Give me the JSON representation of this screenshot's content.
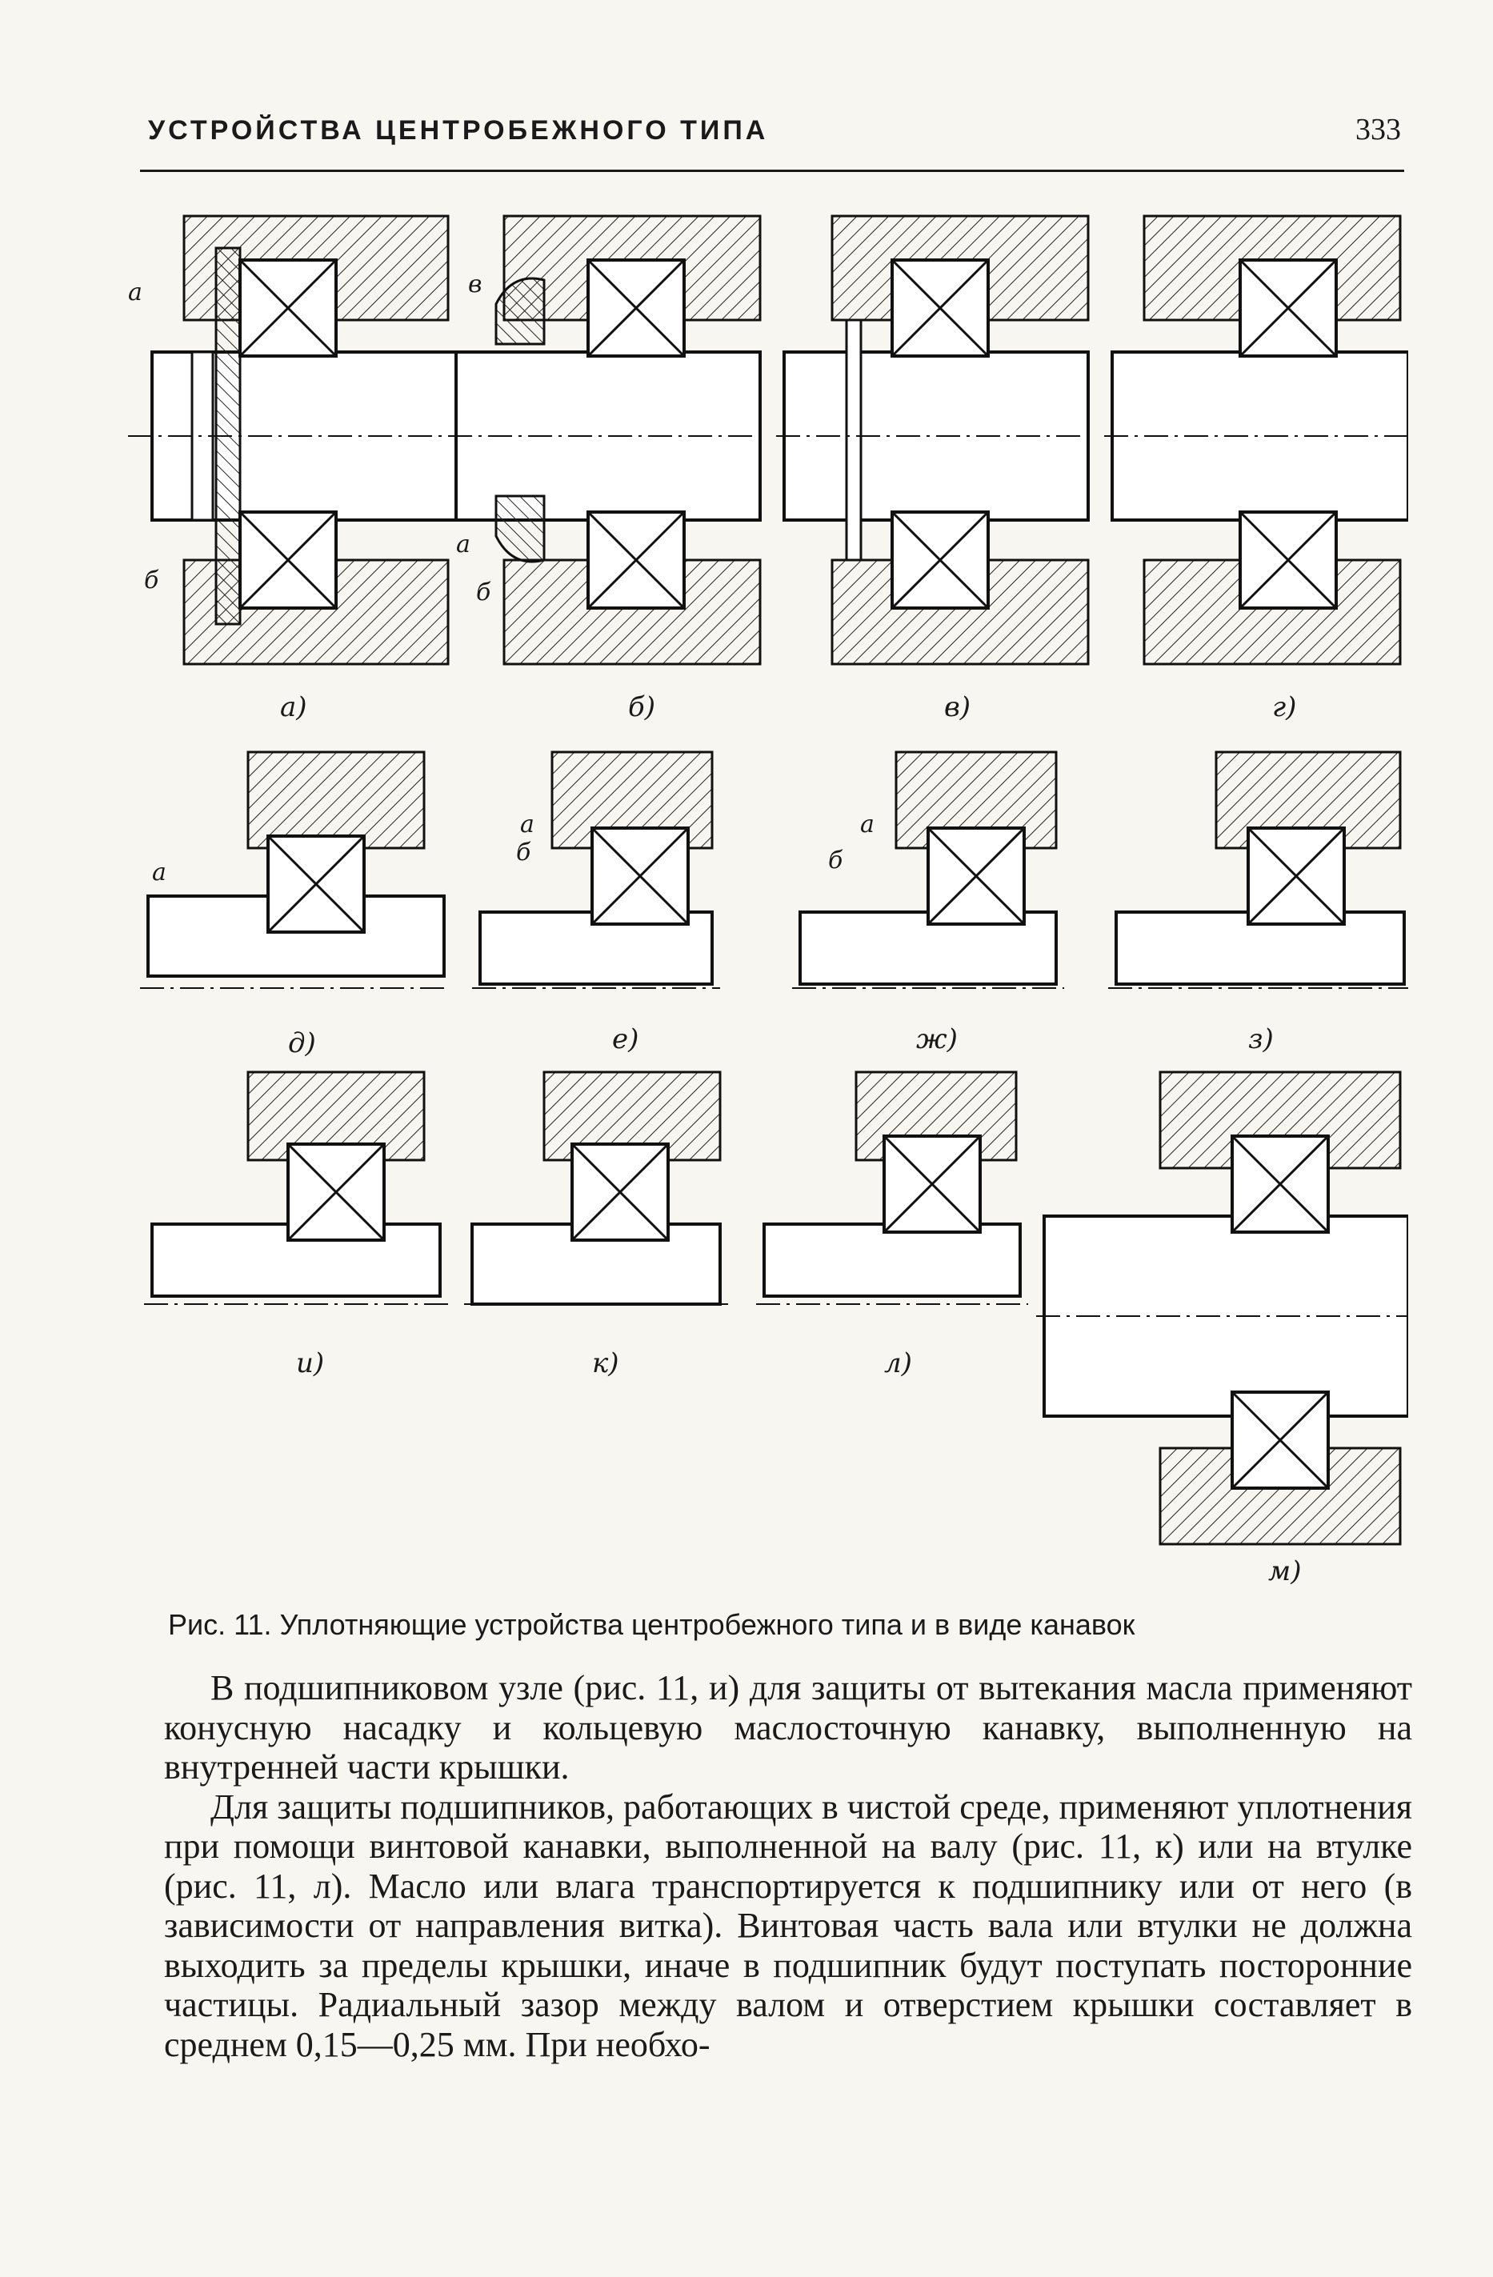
{
  "header": {
    "title": "УСТРОЙСТВА ЦЕНТРОБЕЖНОГО ТИПА",
    "page_number": "333"
  },
  "figure": {
    "panel_labels": [
      "а)",
      "б)",
      "в)",
      "г)",
      "д)",
      "е)",
      "ж)",
      "з)",
      "и)",
      "к)",
      "л)",
      "м)"
    ],
    "part_labels": {
      "a_top": "а",
      "a_bottom": "б",
      "b_top": "в",
      "b_mid": "а",
      "b_bottom": "б",
      "d_label": "а",
      "e_top": "а",
      "e_bottom": "б",
      "zh_top": "а",
      "zh_bottom": "б"
    }
  },
  "caption": "Рис. 11. Уплотняющие устройства центробежного типа и в виде канавок",
  "body": {
    "p1": "В подшипниковом узле (рис. 11, и) для защиты от вытекания масла применяют конусную насадку и кольцевую маслосточную канавку, выполненную на внутренней части крышки.",
    "p2": "Для защиты подшипников, работающих в чистой среде, применяют уплотнения при помощи винтовой канавки, выполненной на валу (рис. 11, к) или на втулке (рис. 11, л). Масло или влага транспортируется к подшипнику или от него (в зависимости от направления витка). Винтовая часть вала или втулки не должна выходить за пределы крышки, иначе в подшипник будут поступать посторонние частицы. Радиальный зазор между валом и отверстием крышки составляет в среднем 0,15—0,25 мм. При необхо-"
  }
}
